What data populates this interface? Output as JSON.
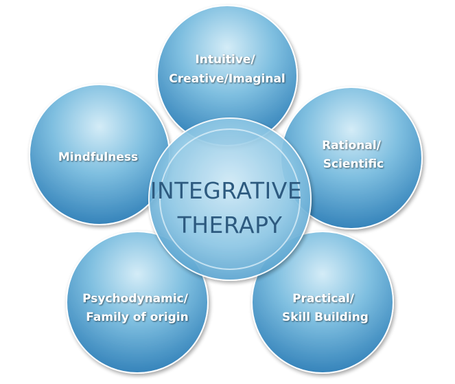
{
  "diagram": {
    "center": {
      "lines": [
        "INTEGRATIVE",
        "THERAPY"
      ]
    },
    "petals": [
      {
        "key": "intuitive",
        "lines": [
          "Intuitive/",
          "Creative/Imaginal"
        ]
      },
      {
        "key": "rational",
        "lines": [
          "Rational/",
          "Scientific"
        ]
      },
      {
        "key": "practical",
        "lines": [
          "Practical/",
          "Skill Building"
        ]
      },
      {
        "key": "psychodynamic",
        "lines": [
          "Psychodynamic/",
          "Family of origin"
        ]
      },
      {
        "key": "mindfulness",
        "lines": [
          "Mindfulness"
        ]
      }
    ]
  }
}
